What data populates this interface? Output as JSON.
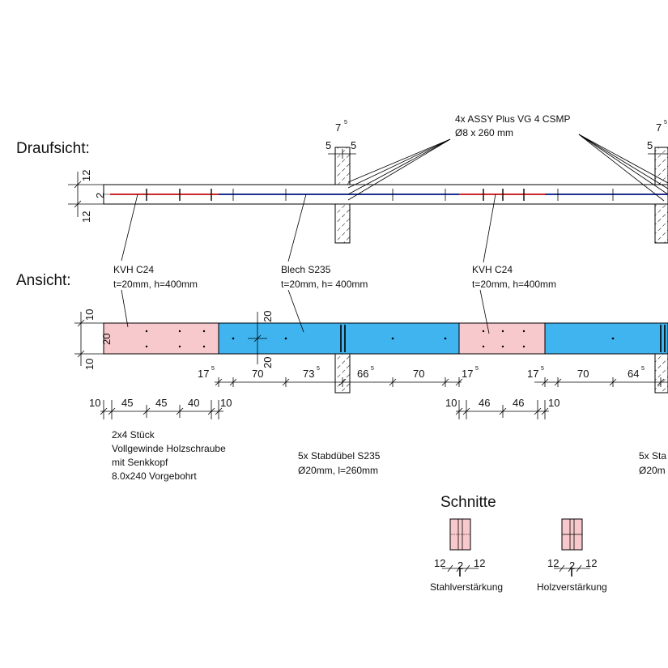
{
  "headings": {
    "top_view": "Draufsicht:",
    "elevation": "Ansicht:",
    "sections": "Schnitte"
  },
  "labels": {
    "screws_top_line1": "4x ASSY Plus VG 4 CSMP",
    "screws_top_line2": "Ø8 x 260 mm",
    "kvh_a_line1": "KVH C24",
    "kvh_a_line2": "t=20mm, h=400mm",
    "blech_line1": "Blech S235",
    "blech_line2": "t=20mm, h= 400mm",
    "kvh_b_line1": "KVH C24",
    "kvh_b_line2": "t=20mm, h=400mm",
    "screws_side_line1": "2x4 Stück",
    "screws_side_line2": "Vollgewinde Holzschraube",
    "screws_side_line3": "mit Senkkopf",
    "screws_side_line4": "8.0x240 Vorgebohrt",
    "dowels_a_line1": "5x Stabdübel S235",
    "dowels_a_line2": "Ø20mm, l=260mm",
    "dowels_b_line1": "5x Sta",
    "dowels_b_line2": "Ø20m",
    "section_steel": "Stahlverstärkung",
    "section_wood": "Holzverstärkung"
  },
  "dims": {
    "top_post_width": "7",
    "top_post_width_sup": "5",
    "top_post_half_left": "5",
    "top_post_half_right": "5",
    "top_post_width_b": "7",
    "top_post_width_b_sup": "5",
    "top_post_half_b": "5",
    "plan_twelve_top": "12",
    "plan_two": "2",
    "plan_twelve_bottom": "12",
    "elev_ten_top": "10",
    "elev_twenty_left": "20",
    "elev_ten_bottom": "10",
    "elev_twenty_upper": "20",
    "elev_twenty_lower": "20",
    "row1": [
      {
        "v": "17",
        "s": "5"
      },
      {
        "v": "70",
        "s": ""
      },
      {
        "v": "73",
        "s": "5"
      },
      {
        "v": "66",
        "s": "5"
      },
      {
        "v": "70",
        "s": ""
      },
      {
        "v": "17",
        "s": "5"
      },
      {
        "v": "17",
        "s": "5"
      },
      {
        "v": "70",
        "s": ""
      },
      {
        "v": "64",
        "s": "5"
      }
    ],
    "row2": [
      "10",
      "45",
      "45",
      "40",
      "10",
      "10",
      "46",
      "46",
      "10"
    ],
    "sec_steel": [
      "12",
      "2",
      "12"
    ],
    "sec_wood": [
      "12",
      "2",
      "12"
    ]
  },
  "colors": {
    "wood": "#f8c9cc",
    "steel": "#3fb4ef",
    "rebar_red": "#cc2a2a",
    "rebar_blue": "#1f2f8f",
    "hatch": "#000000"
  }
}
